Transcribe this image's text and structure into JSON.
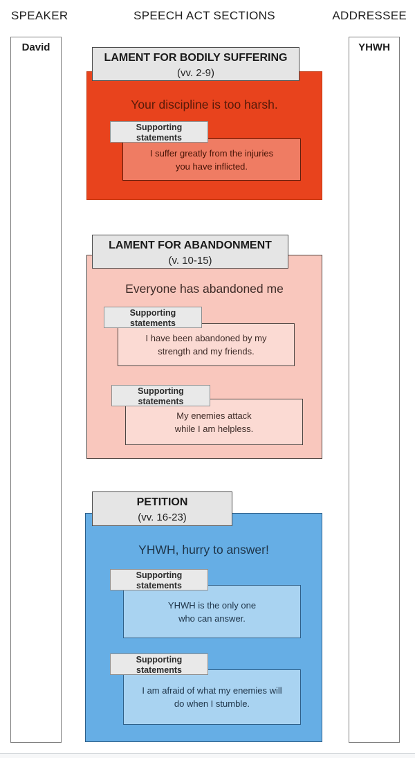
{
  "header": {
    "speaker": "SPEAKER",
    "sections": "SPEECH ACT SECTIONS",
    "addressee": "ADDRESSEE"
  },
  "speaker_box": {
    "label": "David"
  },
  "addressee_box": {
    "label": "YHWH"
  },
  "sections": [
    {
      "title": "LAMENT FOR BODILY SUFFERING",
      "verses": "(vv. 2-9)",
      "statement": "Your discipline is too harsh.",
      "supporting": [
        {
          "label": "Supporting\nstatements",
          "text": "I suffer greatly from the injuries\nyou have inflicted."
        }
      ],
      "colors": {
        "fill": "#E8431D",
        "inner_fill": "#EF7C63",
        "text": "#571A09"
      }
    },
    {
      "title": "LAMENT FOR ABANDONMENT",
      "verses": "(v. 10-15)",
      "statement": "Everyone has abandoned me",
      "supporting": [
        {
          "label": "Supporting\nstatements",
          "text": "I have been abandoned by my\nstrength and my friends."
        },
        {
          "label": "Supporting\nstatements",
          "text": "My enemies attack\nwhile I am helpless."
        }
      ],
      "colors": {
        "fill": "#F9C7BD",
        "inner_fill": "#FBDAD3",
        "text": "#3E2B27"
      }
    },
    {
      "title": "PETITION",
      "verses": "(vv. 16-23)",
      "statement": "YHWH, hurry to answer!",
      "supporting": [
        {
          "label": "Supporting\nstatements",
          "text": "YHWH is the only one\nwho can answer."
        },
        {
          "label": "Supporting\nstatements",
          "text": "I am afraid of what my enemies will\ndo when I stumble."
        }
      ],
      "colors": {
        "fill": "#66AEE5",
        "inner_fill": "#A9D3F1",
        "text": "#1E3448"
      }
    }
  ]
}
